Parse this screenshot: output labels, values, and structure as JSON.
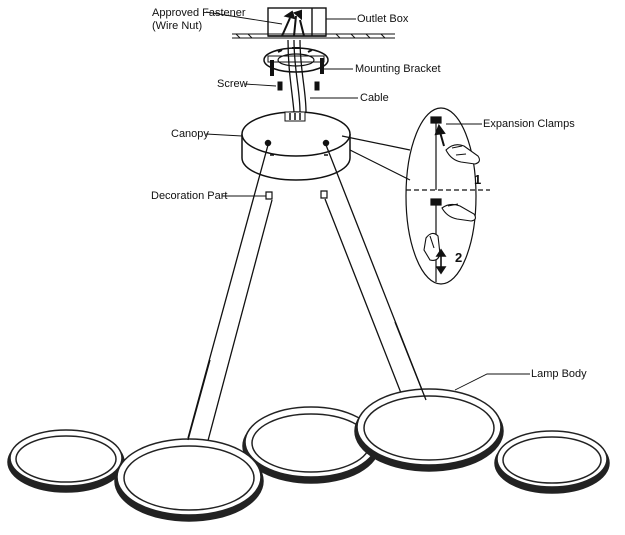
{
  "labels": {
    "fastener": "Approved Fastener",
    "wire_nut": "(Wire Nut)",
    "outlet_box": "Outlet Box",
    "mounting_bracket": "Mounting Bracket",
    "screw": "Screw",
    "cable": "Cable",
    "canopy": "Canopy",
    "decoration_part": "Decoration Part",
    "expansion_clamps": "Expansion Clamps",
    "lamp_body": "Lamp Body"
  },
  "steps": {
    "one": "1",
    "two": "2"
  },
  "colors": {
    "ink": "#111111",
    "ring_fill": "#ffffff",
    "ring_stroke": "#222222"
  },
  "icons": [
    "hand-pinch-icon",
    "hand-pull-icon",
    "up-arrow-icon",
    "double-arrow-icon"
  ]
}
